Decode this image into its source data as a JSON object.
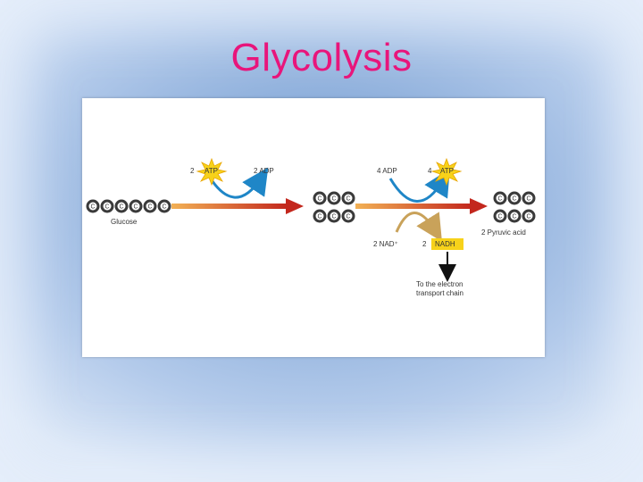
{
  "slide": {
    "title": "Glycolysis"
  },
  "diagram": {
    "glucose_label": "Glucose",
    "atp_in_count": "2",
    "atp_in_label": "ATP",
    "adp_out_label": "2 ADP",
    "adp_in_label": "4 ADP",
    "atp_out_count": "4",
    "atp_out_label": "ATP",
    "nad_label": "2 NAD⁺",
    "nadh_count": "2",
    "nadh_label": "NADH",
    "pyruvic_label": "2 Pyruvic acid",
    "electron_line1": "To the electron",
    "electron_line2": "transport chain",
    "carbon_symbol": "C",
    "colors": {
      "arrow_start": "#f2b155",
      "arrow_end": "#c3271d",
      "cycle_arrow": "#1f86c7",
      "nad_arrow": "#c9a25a",
      "starburst": "#f7d21a",
      "nadh_box": "#f7d21a",
      "carbon": "#3a3a3a"
    }
  }
}
